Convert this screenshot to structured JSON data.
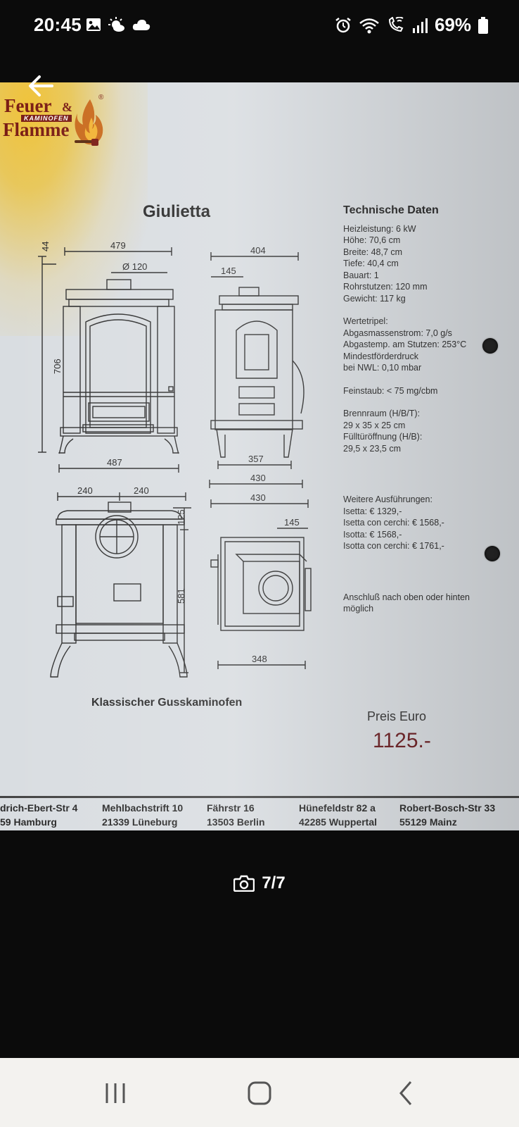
{
  "status_bar": {
    "time": "20:45",
    "battery": "69%",
    "left_icons": [
      "image-icon",
      "weather-icon",
      "cloud-icon"
    ],
    "right_icons": [
      "alarm-icon",
      "wifi-icon",
      "wifi-call-icon",
      "signal-icon",
      "battery-icon"
    ]
  },
  "viewer": {
    "back_icon": "arrow-left-icon",
    "counter_icon": "camera-icon",
    "counter": "7/7"
  },
  "document": {
    "logo": {
      "line1": "Feuer",
      "amp": "&",
      "sub": "KAMINOFEN",
      "line2": "Flamme",
      "reg": "®"
    },
    "title": "Giulietta",
    "caption": "Klassischer Gusskaminofen",
    "dimensions": {
      "front_width": "479",
      "flue_diameter": "Ø 120",
      "top_offset": "44",
      "height": "706",
      "base_width": "487",
      "side_depth": "404",
      "side_flue_offset": "145",
      "side_inner": "357",
      "side_base": "430",
      "rear_left": "240",
      "rear_right": "240",
      "rear_top": "125",
      "rear_height": "581",
      "top_width": "430",
      "top_flue_offset": "145",
      "top_depth": "348"
    },
    "specs": {
      "title": "Technische Daten",
      "basic": [
        "Heizleistung: 6 kW",
        "Höhe: 70,6 cm",
        "Breite: 48,7 cm",
        "Tiefe: 40,4 cm",
        "Bauart: 1",
        "Rohrstutzen: 120 mm",
        "Gewicht: 117 kg"
      ],
      "wertetripel": [
        "Wertetripel:",
        "Abgasmassenstrom: 7,0 g/s",
        "Abgastemp. am Stutzen: 253°C",
        "Mindestförderdruck",
        "bei NWL: 0,10 mbar"
      ],
      "feinstaub": "Feinstaub: < 75 mg/cbm",
      "brennraum": [
        "Brennraum (H/B/T):",
        "29 x 35 x 25 cm",
        "Fülltüröffnung (H/B):",
        "29,5 x 23,5 cm"
      ],
      "variants": [
        "Weitere Ausführungen:",
        "Isetta: € 1329,-",
        "Isetta con cerchi: € 1568,-",
        "Isotta: € 1568,-",
        "Isotta con cerchi: € 1761,-"
      ],
      "connection": [
        "Anschluß nach oben oder hinten",
        "möglich"
      ]
    },
    "price_label": "Preis Euro",
    "price": "1125.-",
    "addresses": [
      {
        "street": "drich-Ebert-Str 4",
        "city": "59 Hamburg"
      },
      {
        "street": "Mehlbachstrift 10",
        "city": "21339 Lüneburg"
      },
      {
        "street": "Fährstr 16",
        "city": "13503 Berlin"
      },
      {
        "street": "Hünefeldstr 82 a",
        "city": "42285 Wuppertal"
      },
      {
        "street": "Robert-Bosch-Str 33",
        "city": "55129 Mainz"
      }
    ]
  },
  "nav_bar": {
    "recents_icon": "recents-icon",
    "home_icon": "home-icon",
    "back_icon": "back-chevron-icon"
  }
}
